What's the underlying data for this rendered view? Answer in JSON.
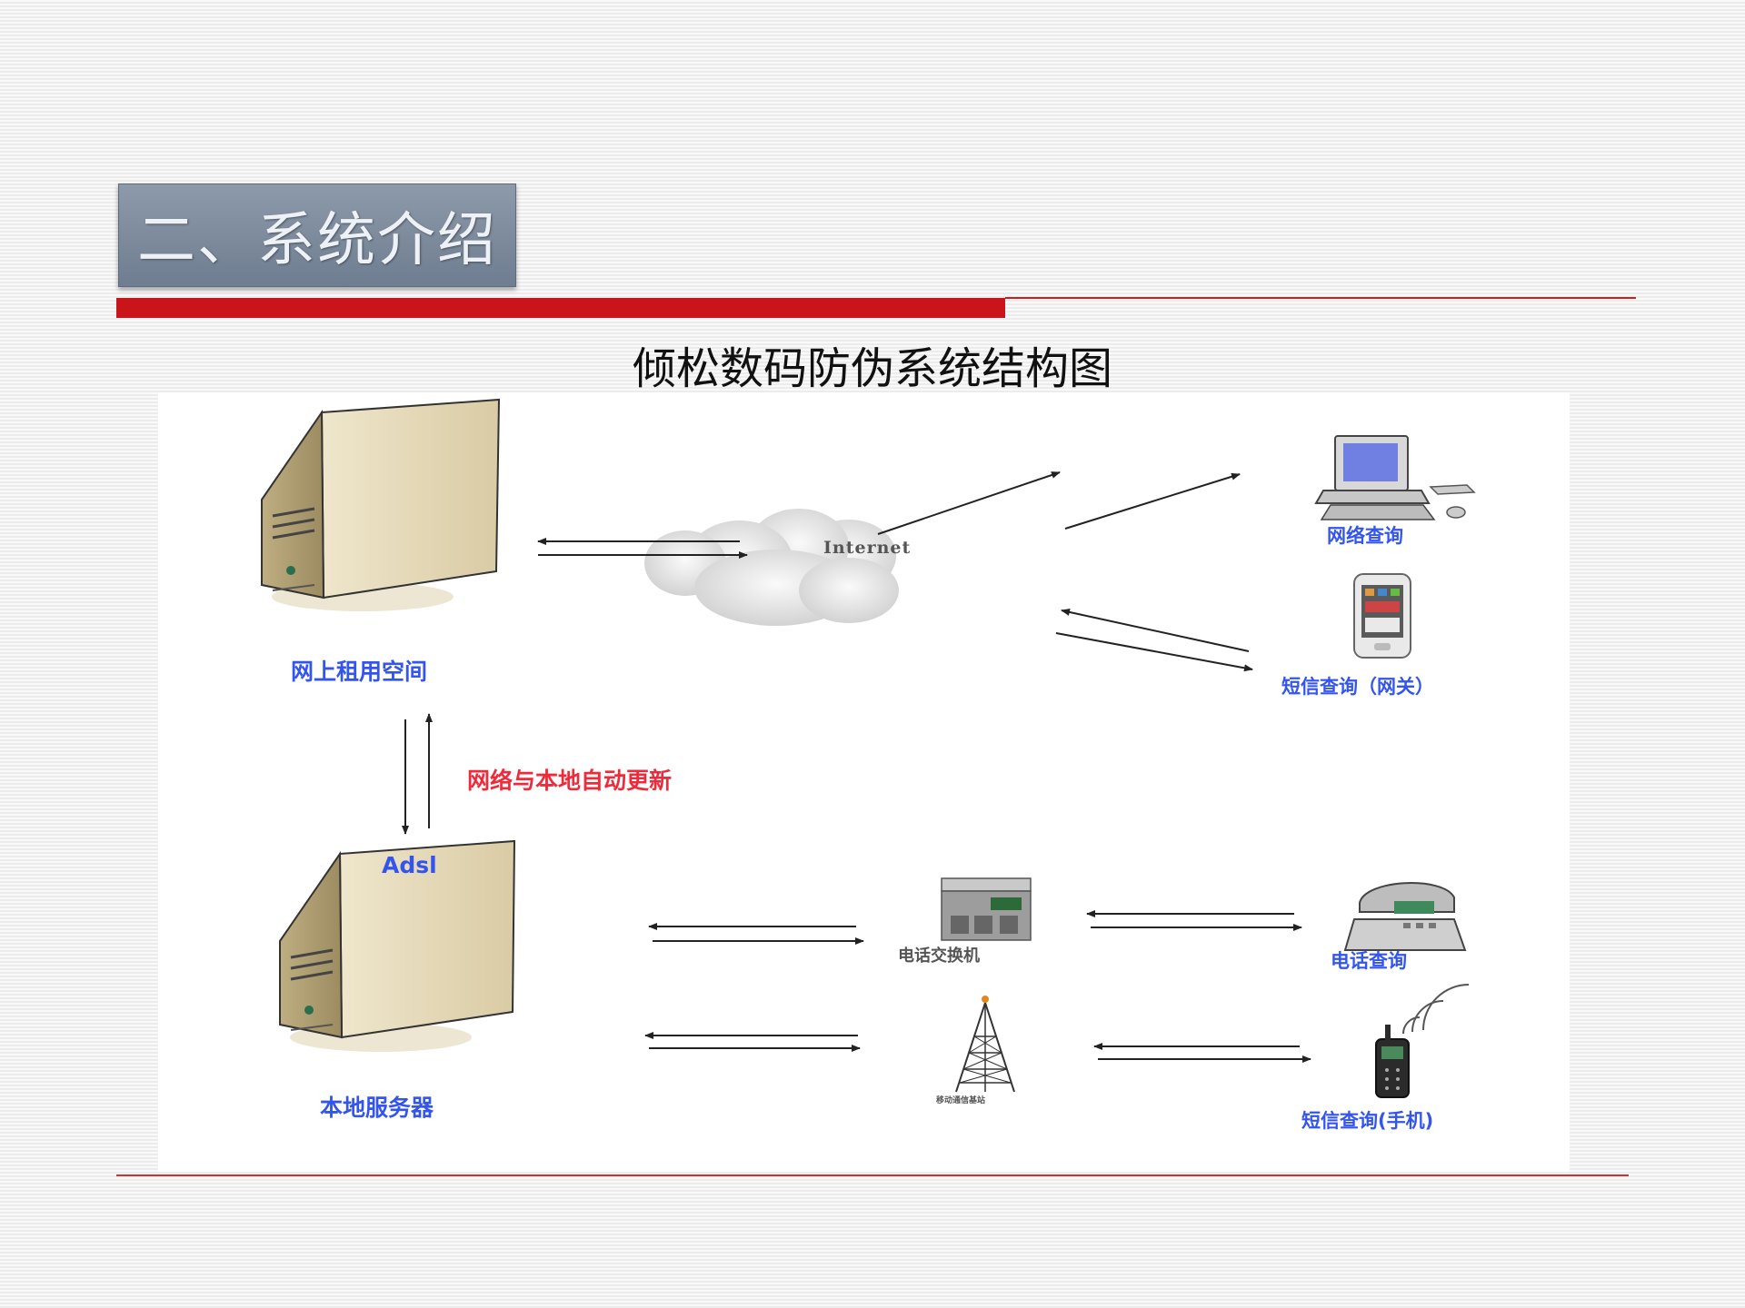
{
  "section": {
    "title": "二、系统介绍"
  },
  "diagram": {
    "title": "倾松数码防伪系统结构图",
    "nodes": {
      "online_space": "网上租用空间",
      "internet": "Internet",
      "web_query": "网络查询",
      "sms_gateway_query": "短信查询（网关）",
      "auto_update": "网络与本地自动更新",
      "adsl": "Adsl",
      "local_server": "本地服务器",
      "phone_switch": "电话交换机",
      "mobile_base_station": "移动通信基站",
      "phone_query": "电话查询",
      "sms_phone_query": "短信查询(手机)"
    },
    "colors": {
      "accent_red": "#c8141a",
      "label_blue": "#3355ee",
      "label_red": "#ee2b3b"
    }
  }
}
